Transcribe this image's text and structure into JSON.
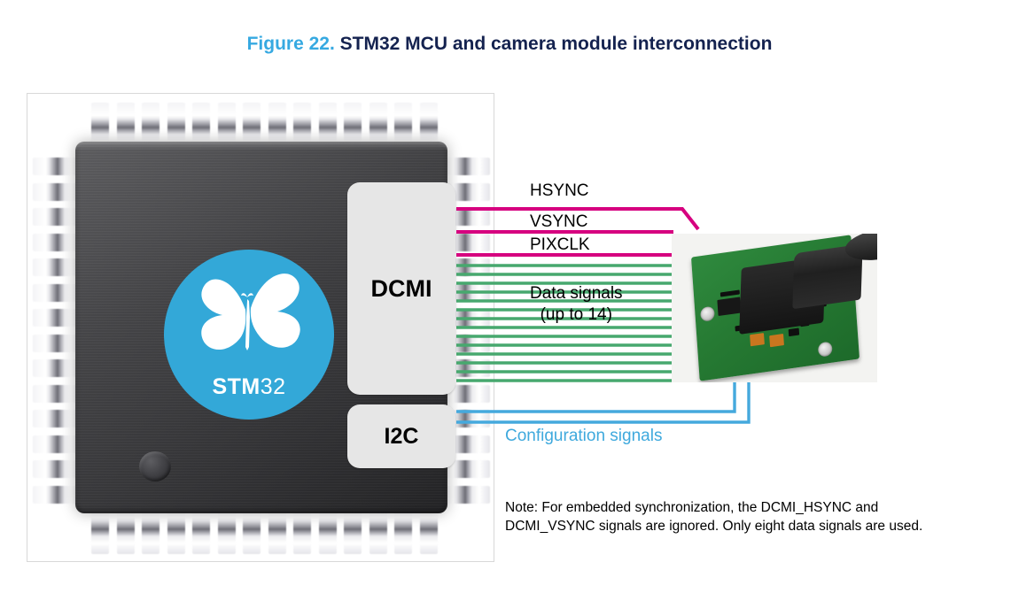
{
  "title": {
    "figure_number": "Figure 22.",
    "caption": "STM32 MCU and camera module interconnection",
    "number_color": "#36a9e1",
    "caption_color": "#14224f"
  },
  "mcu": {
    "logo_text_bold": "STM",
    "logo_text_light": "32",
    "logo_circle_color": "#33a8d8",
    "package_color": "#3b3b3e",
    "icon": "butterfly-icon"
  },
  "peripherals": [
    {
      "id": "dcmi",
      "label": "DCMI"
    },
    {
      "id": "i2c",
      "label": "I2C"
    }
  ],
  "signals": {
    "sync": [
      {
        "name": "HSYNC",
        "color": "#d6007f"
      },
      {
        "name": "VSYNC",
        "color": "#d6007f"
      },
      {
        "name": "PIXCLK",
        "color": "#d6007f"
      }
    ],
    "data": {
      "label_line1": "Data signals",
      "label_line2": "(up to 14)",
      "count": 14,
      "color": "#47a86e"
    },
    "config": {
      "label": "Configuration signals",
      "count": 2,
      "color": "#45a9dd"
    }
  },
  "note": {
    "line1": "Note: For embedded synchronization, the DCMI_HSYNC and",
    "line2": "DCMI_VSYNC signals are ignored. Only eight data signals are used."
  },
  "camera": {
    "alt": "camera-module-photo"
  }
}
